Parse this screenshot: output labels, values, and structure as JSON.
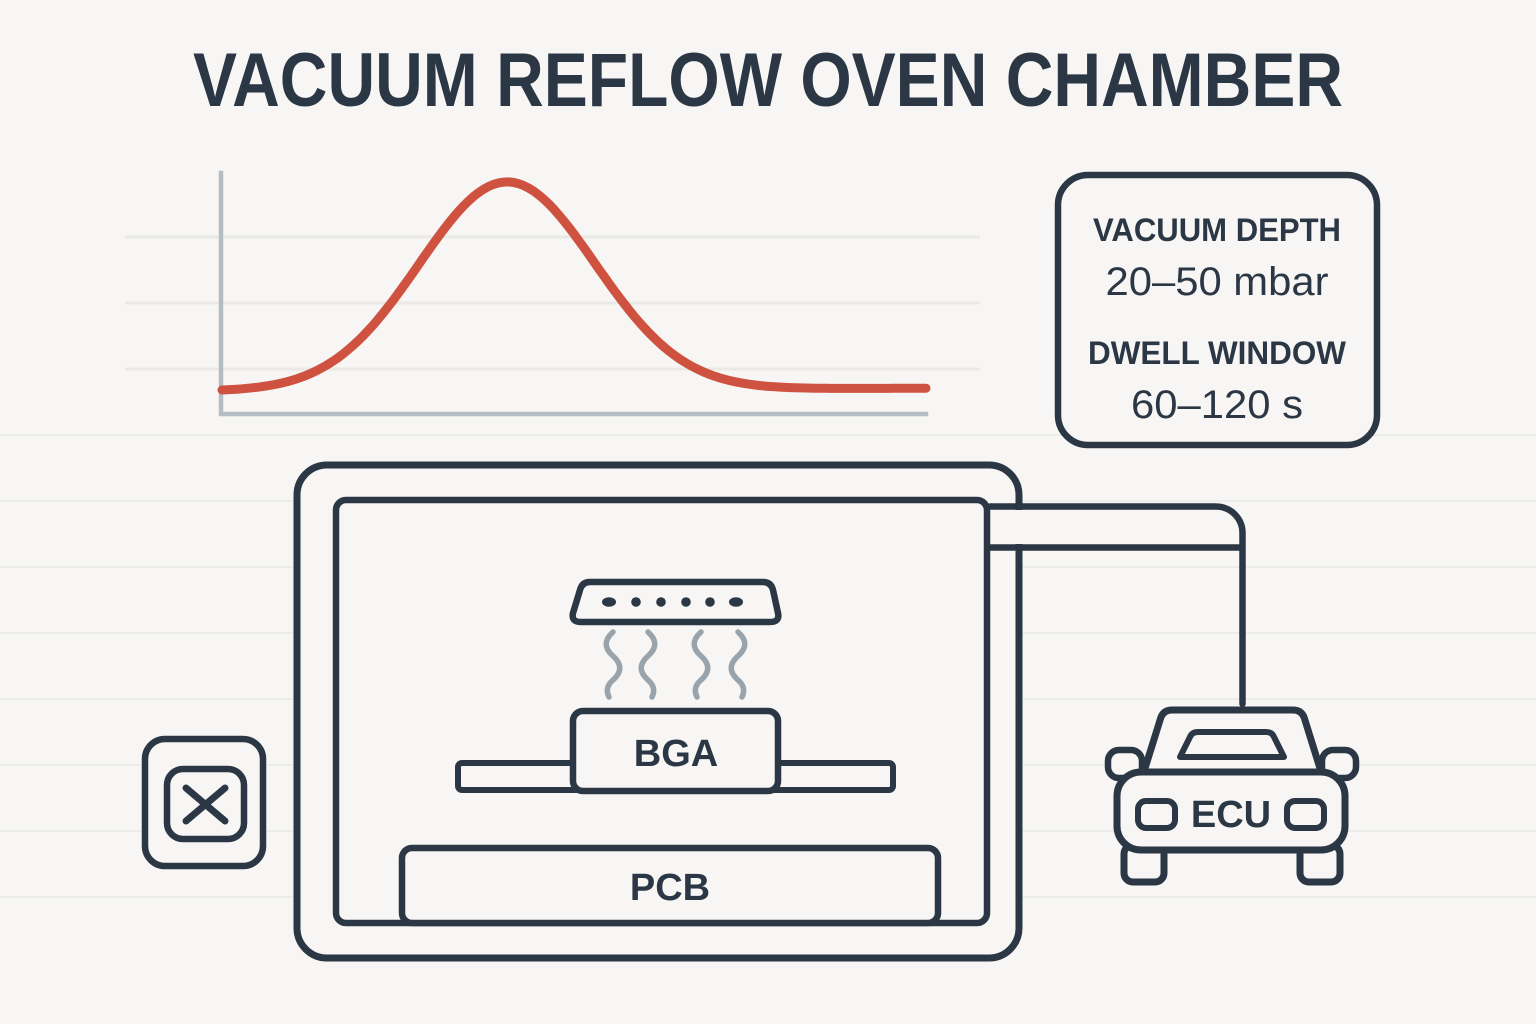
{
  "title": "VACUUM REFLOW OVEN CHAMBER",
  "colors": {
    "ink": "#2b3744",
    "background": "#f7f6f4",
    "curve": "#cf5240",
    "axis": "#b5bdc4",
    "gridline": "#eae9e5",
    "vapor": "#99a3ab"
  },
  "chart": {
    "type": "line",
    "curve_shape": "bell",
    "peak_x_fraction": 0.405,
    "sigma_fraction": 0.125,
    "baseline_start_fraction": 0.905,
    "baseline_end_fraction": 0.893,
    "peak_y_fraction": 0.037,
    "gridline_count": 3,
    "axis_labels": [],
    "tick_labels": []
  },
  "spec_panel": {
    "vacuum_depth_label": "VACUUM DEPTH",
    "vacuum_depth_value": "20–50 mbar",
    "dwell_window_label": "DWELL WINDOW",
    "dwell_window_value": "60–120 s"
  },
  "chamber": {
    "bga_label": "BGA",
    "pcb_label": "PCB"
  },
  "car": {
    "ecu_label": "ECU"
  }
}
